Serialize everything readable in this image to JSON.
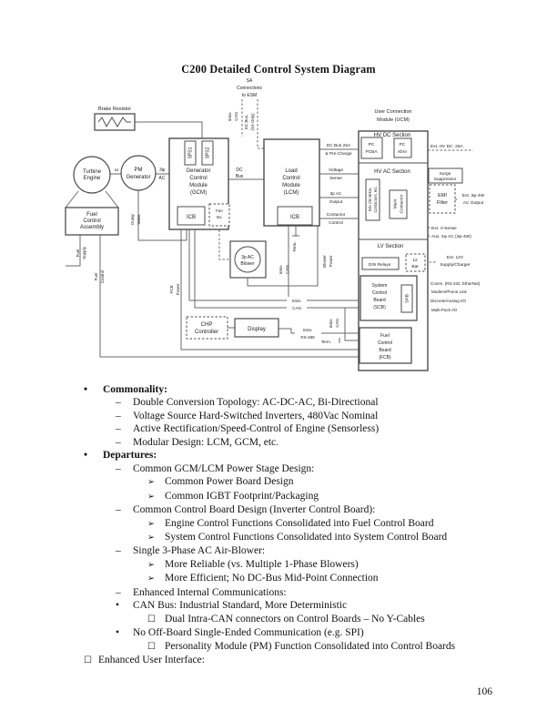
{
  "page": {
    "title": "C200 Detailed Control System Diagram",
    "number": "106"
  },
  "diagram": {
    "sa": [
      "SA",
      "Connections",
      "to ESM"
    ],
    "esm_can": [
      "Intra-",
      "CAN"
    ],
    "esm_dcbus": [
      "DC Bus,",
      "(SA Only)"
    ],
    "brake_resistor": "Brake Resistor",
    "turbine": [
      "Turbine",
      "Engine"
    ],
    "pm_generator": [
      "PM",
      "Generator"
    ],
    "omega": "ω",
    "gen_ac": [
      "3φ",
      "AC"
    ],
    "gcm": [
      "Generator",
      "Control",
      "Module",
      "(GCM)"
    ],
    "sps1": "SPS1",
    "sps2": "SPS2",
    "icb": "ICB",
    "fan_inv": [
      "Fan",
      "Inv."
    ],
    "dc_bus": [
      "DC",
      "Bus"
    ],
    "lcm": [
      "Load",
      "Control",
      "Module",
      "(LCM)"
    ],
    "fca": [
      "Fuel",
      "Control",
      "Assembly"
    ],
    "fuel_supply": [
      "Fuel",
      "Supply"
    ],
    "fuel_control": [
      "Fuel",
      "Control"
    ],
    "dump_valve": [
      "Dump",
      "Valve"
    ],
    "fcb_power": [
      "FCB",
      "Power"
    ],
    "blower": [
      "3p AC",
      "Blower"
    ],
    "term": "Term.",
    "blower_power": [
      "Blower",
      "Power"
    ],
    "intra_can": [
      "Intra-",
      "CAN"
    ],
    "intra_rs485": [
      "Intra-",
      "RS-485"
    ],
    "chp": [
      "CHP",
      "Controller"
    ],
    "display": "Display",
    "w_dcbus25": [
      "DC Bus 25A",
      "& Pre-Charge"
    ],
    "w_vsense": [
      "Voltage",
      "Sense"
    ],
    "w_acout": [
      "3p AC",
      "Output"
    ],
    "w_contactor": [
      "Contactor",
      "Control"
    ],
    "ucm": [
      "User Connection",
      "Module (UCM)"
    ],
    "hvdc_section": "HV DC  Section",
    "pc_pcba": [
      "PC",
      "PCBA"
    ],
    "pc_xfmr": [
      "PC",
      "Xfmr"
    ],
    "hvac_section": "HV AC  Section",
    "din_ckt": [
      "DIN Ckt Brkrs,",
      "Contactors, etc."
    ],
    "main_contactor": [
      "Main",
      "Contactor"
    ],
    "lv_section": "LV Section",
    "din_relays": "DIN Relays",
    "battery": [
      "12",
      "Bat"
    ],
    "scb": [
      "System",
      "Control",
      "Board",
      "(SCB)"
    ],
    "spb": "SPB",
    "fcb": [
      "Fuel",
      "Control",
      "Board",
      "(FCB)"
    ],
    "ext_hvdc": "Ext. HV DC: 25A",
    "surge": [
      "Surge",
      "Suppressor"
    ],
    "emi": [
      "EMI",
      "Filter"
    ],
    "ext_ac": [
      "Ext. 3φ-4W",
      "AC Output"
    ],
    "ext_vsense": "Ext. V-Sense",
    "aux_ac": "Aux. 3φ AC (3φ-4W)",
    "ext_12v": [
      "Ext. 12V",
      "Supply/Charger"
    ],
    "scb_io": [
      "Comm. (RS-232, EtherNet)",
      "Modem/Phone Link",
      "Discrete/Analog I/O",
      "Multi-Pack I/O"
    ]
  },
  "bullets": [
    {
      "style": "lv1",
      "marker": "•",
      "text": "Commonality:"
    },
    {
      "style": "dash",
      "marker": "–",
      "text": "Double Conversion Topology: AC-DC-AC, Bi-Directional"
    },
    {
      "style": "dash",
      "marker": "–",
      "text": "Voltage Source Hard-Switched Inverters, 480Vac Nominal"
    },
    {
      "style": "dash",
      "marker": "–",
      "text": "Active Rectification/Speed-Control of Engine (Sensorless)"
    },
    {
      "style": "dash",
      "marker": "–",
      "text": "Modular Design: LCM, GCM, etc."
    },
    {
      "style": "lv1",
      "marker": "•",
      "text": "Departures:"
    },
    {
      "style": "dash",
      "marker": "–",
      "text": "Common GCM/LCM Power Stage Design:"
    },
    {
      "style": "arrow",
      "marker": "➢",
      "text": "Common Power Board Design"
    },
    {
      "style": "arrow",
      "marker": "➢",
      "text": "Common IGBT Footprint/Packaging"
    },
    {
      "style": "dash",
      "marker": "–",
      "text": "Common Control Board Design (Inverter Control Board):"
    },
    {
      "style": "arrow",
      "marker": "➢",
      "text": "Engine Control Functions Consolidated into Fuel Control Board"
    },
    {
      "style": "arrow",
      "marker": "➢",
      "text": "System Control Functions Consolidated into System Control Board"
    },
    {
      "style": "dash",
      "marker": "–",
      "text": "Single 3-Phase AC Air-Blower:"
    },
    {
      "style": "arrow",
      "marker": "➢",
      "text": "More Reliable (vs. Multiple 1-Phase Blowers)"
    },
    {
      "style": "arrow",
      "marker": "➢",
      "text": "More Efficient; No DC-Bus Mid-Point Connection"
    },
    {
      "style": "dash",
      "marker": "–",
      "text": "Enhanced Internal Communications:"
    },
    {
      "style": "b2",
      "marker": "•",
      "text": "CAN Bus: Industrial Standard, More Deterministic"
    },
    {
      "style": "box2",
      "marker": "☐",
      "text": "Dual Intra-CAN connectors on Control Boards – No Y-Cables"
    },
    {
      "style": "b2",
      "marker": "•",
      "text": "No Off-Board Single-Ended Communication (e.g. SPI)"
    },
    {
      "style": "box2",
      "marker": "☐",
      "text": "Personality Module (PM) Function Consolidated into Control Boards"
    },
    {
      "style": "box0",
      "marker": "☐",
      "text": "Enhanced User Interface:"
    }
  ]
}
